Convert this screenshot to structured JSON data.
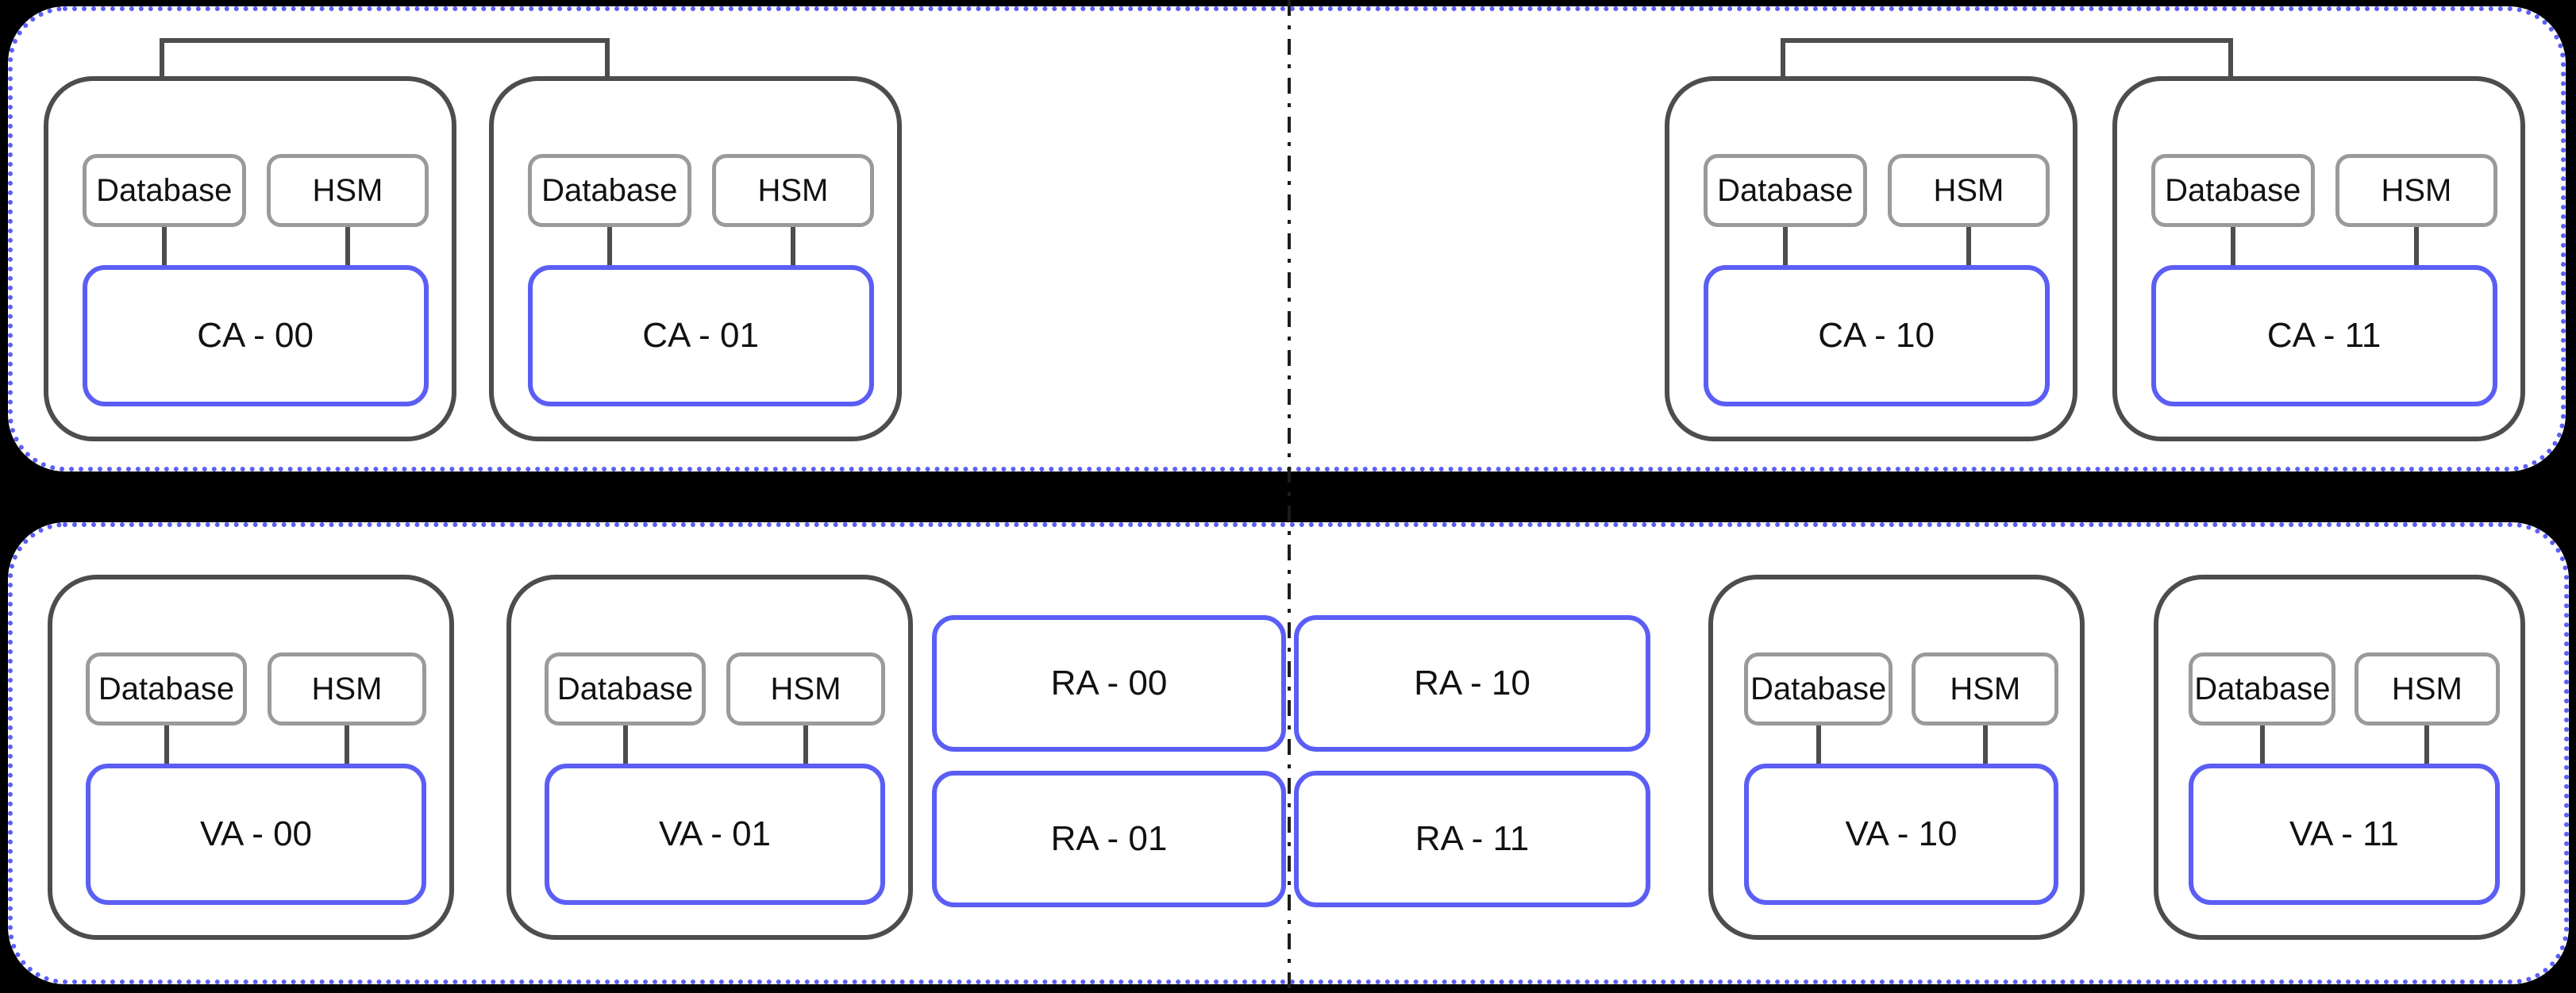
{
  "shared": {
    "database_label": "Database",
    "hsm_label": "HSM"
  },
  "groups": {
    "ca00": {
      "label": "CA - 00"
    },
    "ca01": {
      "label": "CA - 01"
    },
    "ca10": {
      "label": "CA - 10"
    },
    "ca11": {
      "label": "CA - 11"
    },
    "va00": {
      "label": "VA - 00"
    },
    "va01": {
      "label": "VA - 01"
    },
    "va10": {
      "label": "VA - 10"
    },
    "va11": {
      "label": "VA - 11"
    }
  },
  "ra_nodes": {
    "ra00": {
      "label": "RA - 00"
    },
    "ra01": {
      "label": "RA - 01"
    },
    "ra10": {
      "label": "RA - 10"
    },
    "ra11": {
      "label": "RA - 11"
    }
  },
  "colors": {
    "background": "#000000",
    "surface": "#ffffff",
    "accent_blue": "#5b5ef5",
    "line_dark": "#4d4d4d",
    "box_border_gray": "#9a9a9a",
    "divider_black": "#1c1c1c",
    "text_color": "#111111"
  }
}
